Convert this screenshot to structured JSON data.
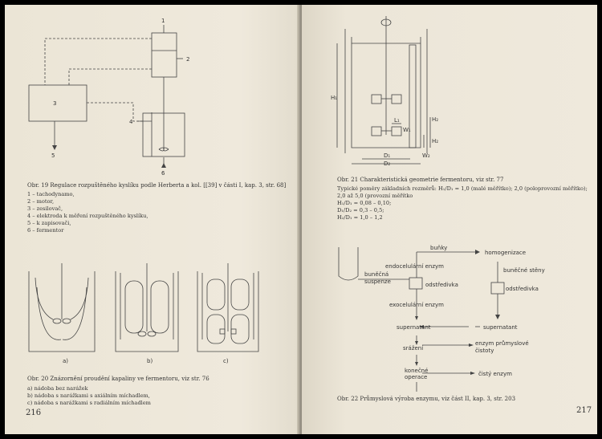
{
  "left": {
    "fig19": {
      "labels": [
        "1",
        "2",
        "3",
        "4",
        "5",
        "6"
      ],
      "caption": "Obr. 19   Regulace rozpuštěného kyslíku podle Herberta a kol. [[39] v části I, kap. 3, str. 68]",
      "items": [
        "1 – tachodynamo,",
        "2 – motor,",
        "3 – zesilovač,",
        "4 – elektroda k měření rozpuštěného kyslíku,",
        "5 – k zapisovači,",
        "6 – fermentor"
      ]
    },
    "fig20": {
      "sub_labels": [
        "a)",
        "b)",
        "c)"
      ],
      "caption": "Obr. 20   Znázornění proudění kapaliny ve fermentoru, viz str. 76",
      "items": [
        "a) nádoba bez narážek",
        "b) nádoba s narážkami s axiálním míchadlem,",
        "c) nádoba s narážkami s radiálním míchadlem"
      ]
    },
    "page_number": "216"
  },
  "right": {
    "fig21": {
      "dim_labels": [
        "H₁",
        "L₁",
        "W₁",
        "H₂",
        "H₂",
        "D₁",
        "D₂",
        "W₂"
      ],
      "caption": "Obr. 21   Charakteristická geometrie fermentoru, viz str. 77",
      "lines": [
        "Typické poměry základních rozměrů: H₁/D₁ = 1,0 (malé měřítko); 2,0 (poloprovozní měřítko);",
        "2,0 až 5,0 (provozní měřítko",
        "H₁/D₁ = 0,08 – 0,10;",
        "D₁/D₂ = 0,3 – 0,5;",
        "H₂/D₁ = 1,0 – 1,2"
      ]
    },
    "fig22": {
      "nodes": {
        "bunky": "buňky",
        "homogenizace": "homogenizace",
        "endocelularni": "endocelulární enzym",
        "bunecna_suspenze_1": "buněčná",
        "bunecna_suspenze_2": "suspenze",
        "odstredivka_1": "odstředivka",
        "bunecne_steny": "buněčné stěny",
        "odstredivka_2": "odstředivka",
        "exocelularni": "exocelulární enzym",
        "supernatant_1": "supernatant",
        "supernatant_2": "supernatant",
        "srazeni": "srážení",
        "enzym_prumyslove_1": "enzym průmyslové",
        "enzym_prumyslove_2": "čistoty",
        "konecne_1": "konečné",
        "konecne_2": "operace",
        "cisty_enzym": "čistý enzym"
      },
      "caption": "Obr. 22   Průmyslová výroba enzymu, viz část II, kap. 3, str. 203"
    },
    "page_number": "217"
  }
}
